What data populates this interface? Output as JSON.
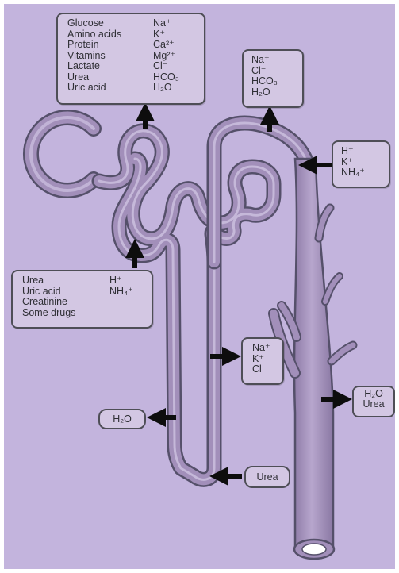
{
  "boxes": {
    "top_reabsorbed": {
      "left": [
        "Glucose",
        "Amino acids",
        "Protein",
        "Vitamins",
        "Lactate",
        "Urea",
        "Uric acid"
      ],
      "right": [
        "Na⁺",
        "K⁺",
        "Ca²⁺",
        "Mg²⁺",
        "Cl⁻",
        "HCO₃⁻",
        "H₂O"
      ]
    },
    "collecting_top": [
      "Na⁺",
      "Cl⁻",
      "HCO₃⁻",
      "H₂O"
    ],
    "distal_secreted": [
      "H⁺",
      "K⁺",
      "NH₄⁺"
    ],
    "proximal_secreted": {
      "left": [
        "Urea",
        "Uric acid",
        "Creatinine",
        "Some drugs"
      ],
      "right": [
        "H⁺",
        "NH₄⁺"
      ]
    },
    "ascending_limb": [
      "Na⁺",
      "K⁺",
      "Cl⁻"
    ],
    "descending_water": "H₂O",
    "loop_urea": "Urea",
    "duct_out": [
      "H₂O",
      "Urea"
    ]
  },
  "colors": {
    "background": "#c3b4dd",
    "tubule": "#a28fba",
    "tubule_outline": "#55506a",
    "box_fill": "#d3c7e3",
    "arrow": "#0d0d0d"
  }
}
